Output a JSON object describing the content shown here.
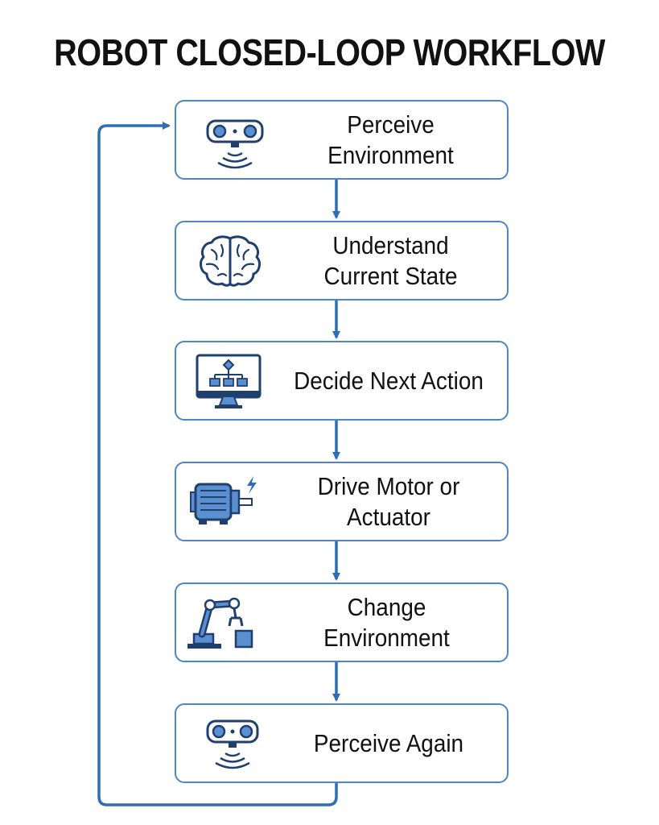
{
  "title": "ROBOT CLOSED-LOOP WORKFLOW",
  "colors": {
    "accent": "#2f6db5",
    "border": "#4a86c8",
    "icon_stroke": "#1f3f6e",
    "icon_fill": "#5a8fd0"
  },
  "steps": [
    {
      "label": "Perceive\nEnvironment",
      "icon": "robot-sensor-icon"
    },
    {
      "label": "Understand\nCurrent State",
      "icon": "brain-icon"
    },
    {
      "label": "Decide Next Action",
      "icon": "monitor-flowchart-icon"
    },
    {
      "label": "Drive Motor or\nActuator",
      "icon": "motor-icon"
    },
    {
      "label": "Change Environment",
      "icon": "robot-arm-icon"
    },
    {
      "label": "Perceive Again",
      "icon": "robot-sensor-icon"
    }
  ]
}
